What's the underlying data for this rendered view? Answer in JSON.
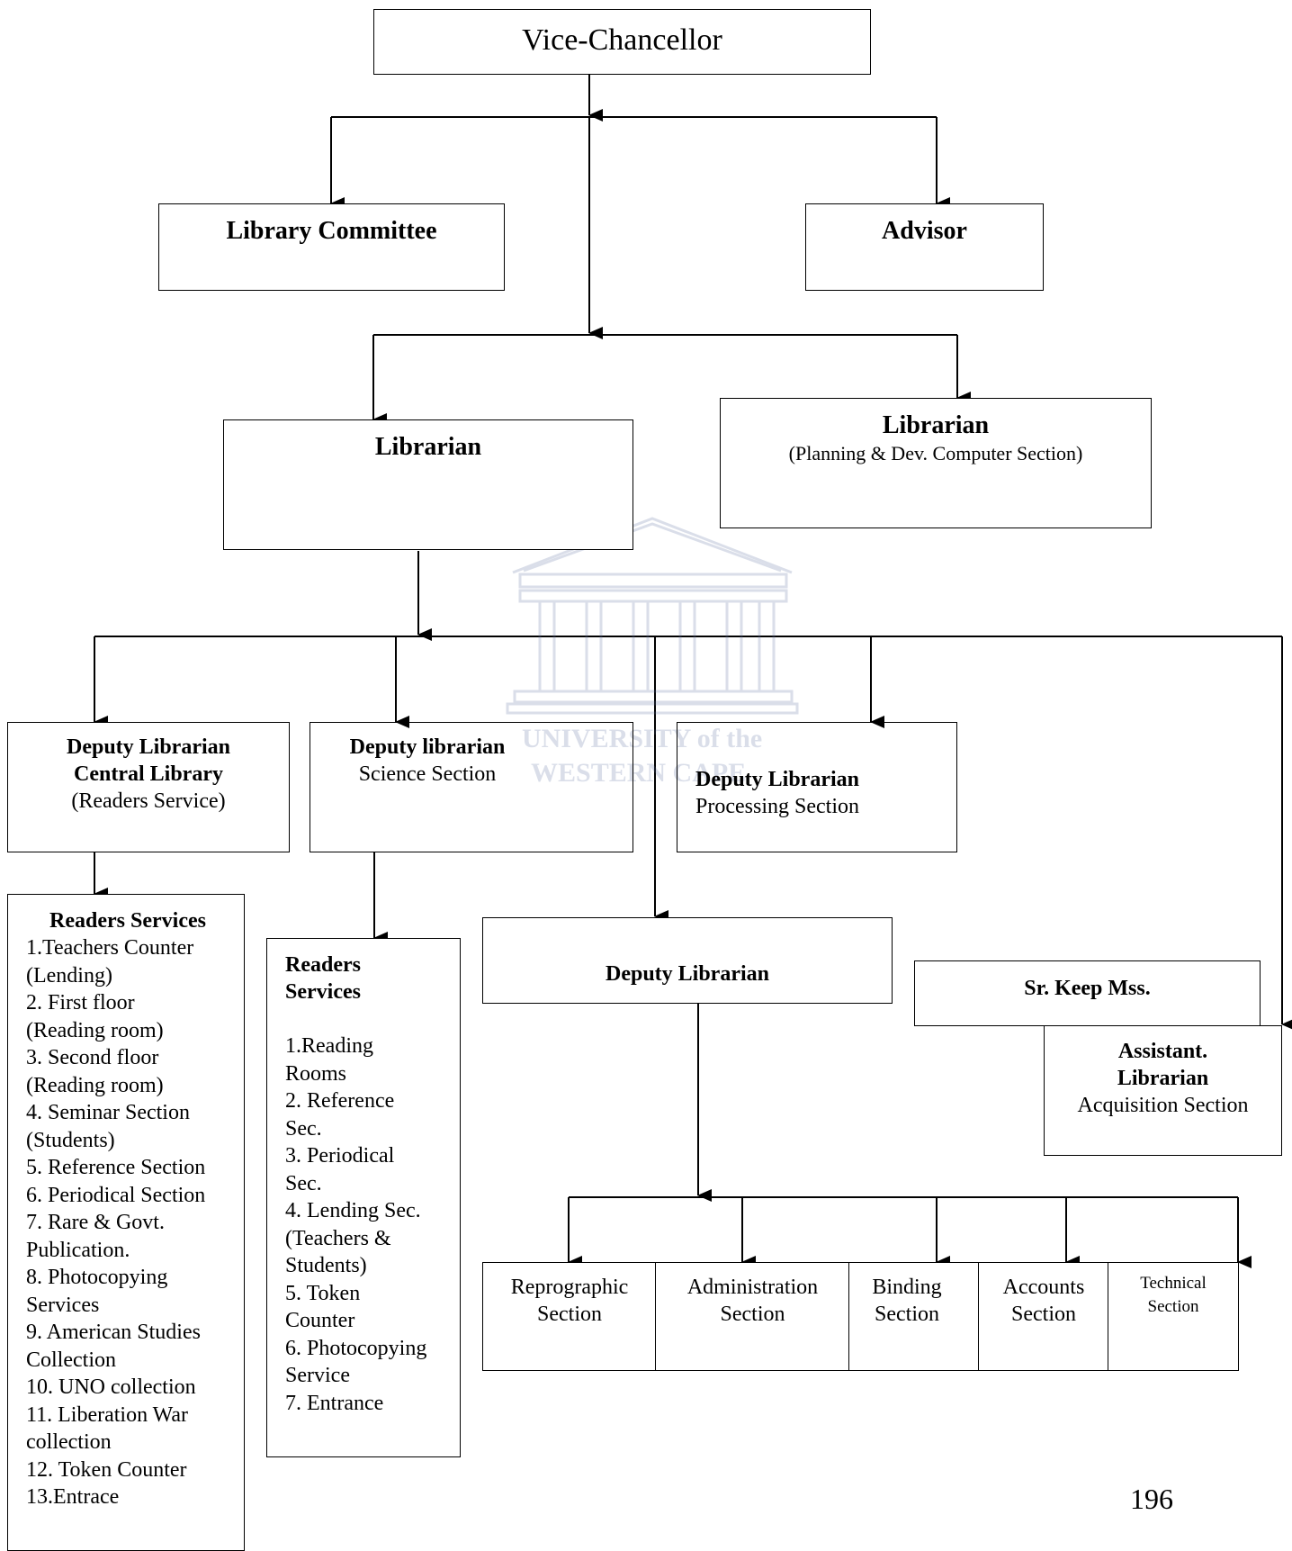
{
  "root": {
    "title": "Vice-Chancellor"
  },
  "library_committee": {
    "title": "Library Committee"
  },
  "advisor": {
    "title": "Advisor"
  },
  "librarian": {
    "title": "Librarian"
  },
  "librarian_planning": {
    "title": "Librarian",
    "subtitle": "(Planning & Dev. Computer Section)"
  },
  "deputy_central": {
    "title_line1": "Deputy Librarian",
    "title_line2": "Central Library",
    "subtitle": "(Readers Service)"
  },
  "deputy_science": {
    "title": "Deputy librarian",
    "subtitle": "Science Section"
  },
  "deputy_processing": {
    "title": "Deputy Librarian",
    "subtitle": "Processing Section"
  },
  "readers_services_central": {
    "title": "Readers Services",
    "items": [
      "1.Teachers Counter",
      "(Lending)",
      "2. First floor",
      "(Reading room)",
      "3. Second floor",
      "(Reading room)",
      "4. Seminar Section",
      "(Students)",
      "5. Reference Section",
      "6. Periodical Section",
      "7. Rare & Govt.",
      "Publication.",
      "8. Photocopying",
      "Services",
      "9. American Studies",
      "Collection",
      "10. UNO collection",
      "11. Liberation War",
      "collection",
      "12. Token Counter",
      "13.Entrace"
    ]
  },
  "readers_services_science": {
    "title_line1": "Readers",
    "title_line2": "Services",
    "items": [
      "1.Reading",
      "Rooms",
      "2. Reference",
      "Sec.",
      "3. Periodical",
      "Sec.",
      "4. Lending Sec.",
      "(Teachers &",
      "Students)",
      "5. Token",
      "Counter",
      "6. Photocopying",
      "Service",
      "7. Entrance"
    ]
  },
  "deputy_librarian": {
    "title": "Deputy Librarian"
  },
  "sr_keep": {
    "title": "Sr. Keep Mss."
  },
  "assistant_librarian": {
    "title_line1": "Assistant.",
    "title_line2": "Librarian",
    "subtitle": "Acquisition Section"
  },
  "sections": {
    "reprographic": {
      "line1": "Reprographic",
      "line2": "Section"
    },
    "administration": {
      "line1": "Administration",
      "line2": "Section"
    },
    "binding": {
      "line1": "Binding",
      "line2": "Section"
    },
    "accounts": {
      "line1": "Accounts",
      "line2": "Section"
    },
    "technical": {
      "line1": "Technical",
      "line2": "Section"
    }
  },
  "watermark": {
    "line1": "UNIVERSITY of the",
    "line2": "WESTERN CAPE"
  },
  "page_number": "196"
}
